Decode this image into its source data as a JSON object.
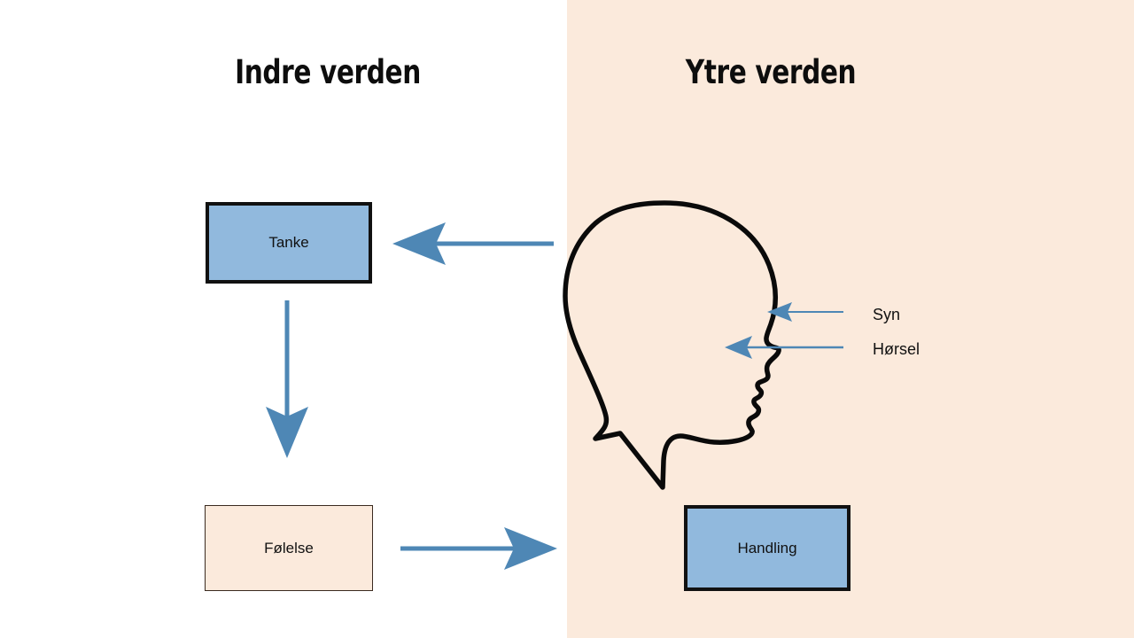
{
  "diagram": {
    "title_left": "Indre verden",
    "title_right": "Ytre verden",
    "panels": {
      "left": {
        "name": "Indre verden",
        "background_color": "#FFFFFF"
      },
      "right": {
        "name": "Ytre verden",
        "background_color": "#FBEADC"
      }
    },
    "nodes": [
      {
        "id": "tanke",
        "label": "Tanke",
        "panel": "left",
        "fill_color": "#91B9DD",
        "border_color": "#111111"
      },
      {
        "id": "folelse",
        "label": "Følelse",
        "panel": "left",
        "fill_color": "#FBEADC",
        "border_color": "#3A2A20"
      },
      {
        "id": "handling",
        "label": "Handling",
        "panel": "right",
        "fill_color": "#91B9DD",
        "border_color": "#111111"
      }
    ],
    "sense_labels": [
      {
        "id": "syn",
        "label": "Syn"
      },
      {
        "id": "horsel",
        "label": "Hørsel"
      }
    ],
    "arrows": [
      {
        "id": "world-to-tanke",
        "from": "Ytre verden",
        "to": "Tanke",
        "direction": "left",
        "color": "#4E87B5"
      },
      {
        "id": "tanke-to-folelse",
        "from": "Tanke",
        "to": "Følelse",
        "direction": "down",
        "color": "#4E87B5"
      },
      {
        "id": "folelse-to-handling",
        "from": "Følelse",
        "to": "Handling",
        "direction": "right",
        "color": "#4E87B5"
      },
      {
        "id": "syn-arrow",
        "from": "Syn",
        "to": "head",
        "direction": "left",
        "color": "#4E87B5"
      },
      {
        "id": "horsel-arrow",
        "from": "Hørsel",
        "to": "head",
        "direction": "left",
        "color": "#4E87B5"
      }
    ],
    "illustration": {
      "id": "head-profile",
      "description": "Head profile silhouette facing right",
      "outline_color": "#0A0A0A"
    },
    "colors": {
      "accent_blue": "#4E87B5",
      "node_blue": "#91B9DD",
      "peach": "#FBEADC",
      "ink": "#111111"
    }
  }
}
